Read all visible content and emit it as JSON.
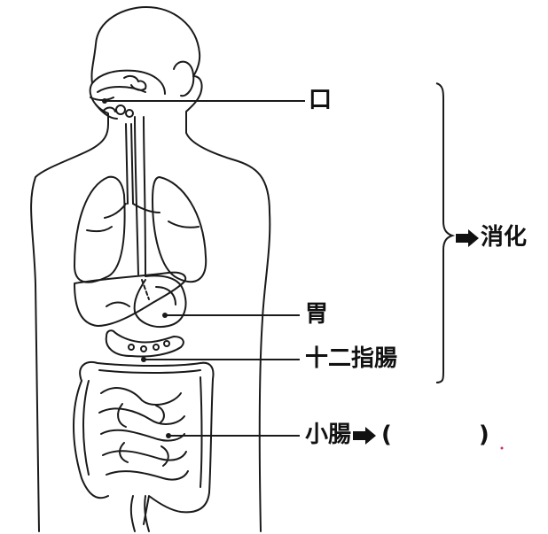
{
  "labels": {
    "mouth": "口",
    "stomach": "胃",
    "duodenum": "十二指腸",
    "small_intestine": "小腸",
    "paren_open": "(",
    "paren_close": ")",
    "digestion": "消化"
  },
  "icons": [
    "arrow-right-icon",
    "brace-icon"
  ]
}
